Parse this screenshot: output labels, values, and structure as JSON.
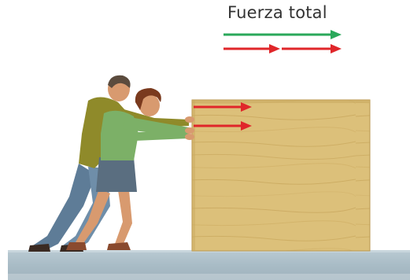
{
  "legend": {
    "label": "Fuerza total",
    "total_arrow_color": "#2aa85a",
    "component_arrow_color": "#e0262a"
  },
  "scene": {
    "box_color": "#dcc07a",
    "floor_color": "#a9bcc6",
    "force_arrows_on_box": 2,
    "people": [
      "man-pushing",
      "woman-pushing"
    ]
  }
}
